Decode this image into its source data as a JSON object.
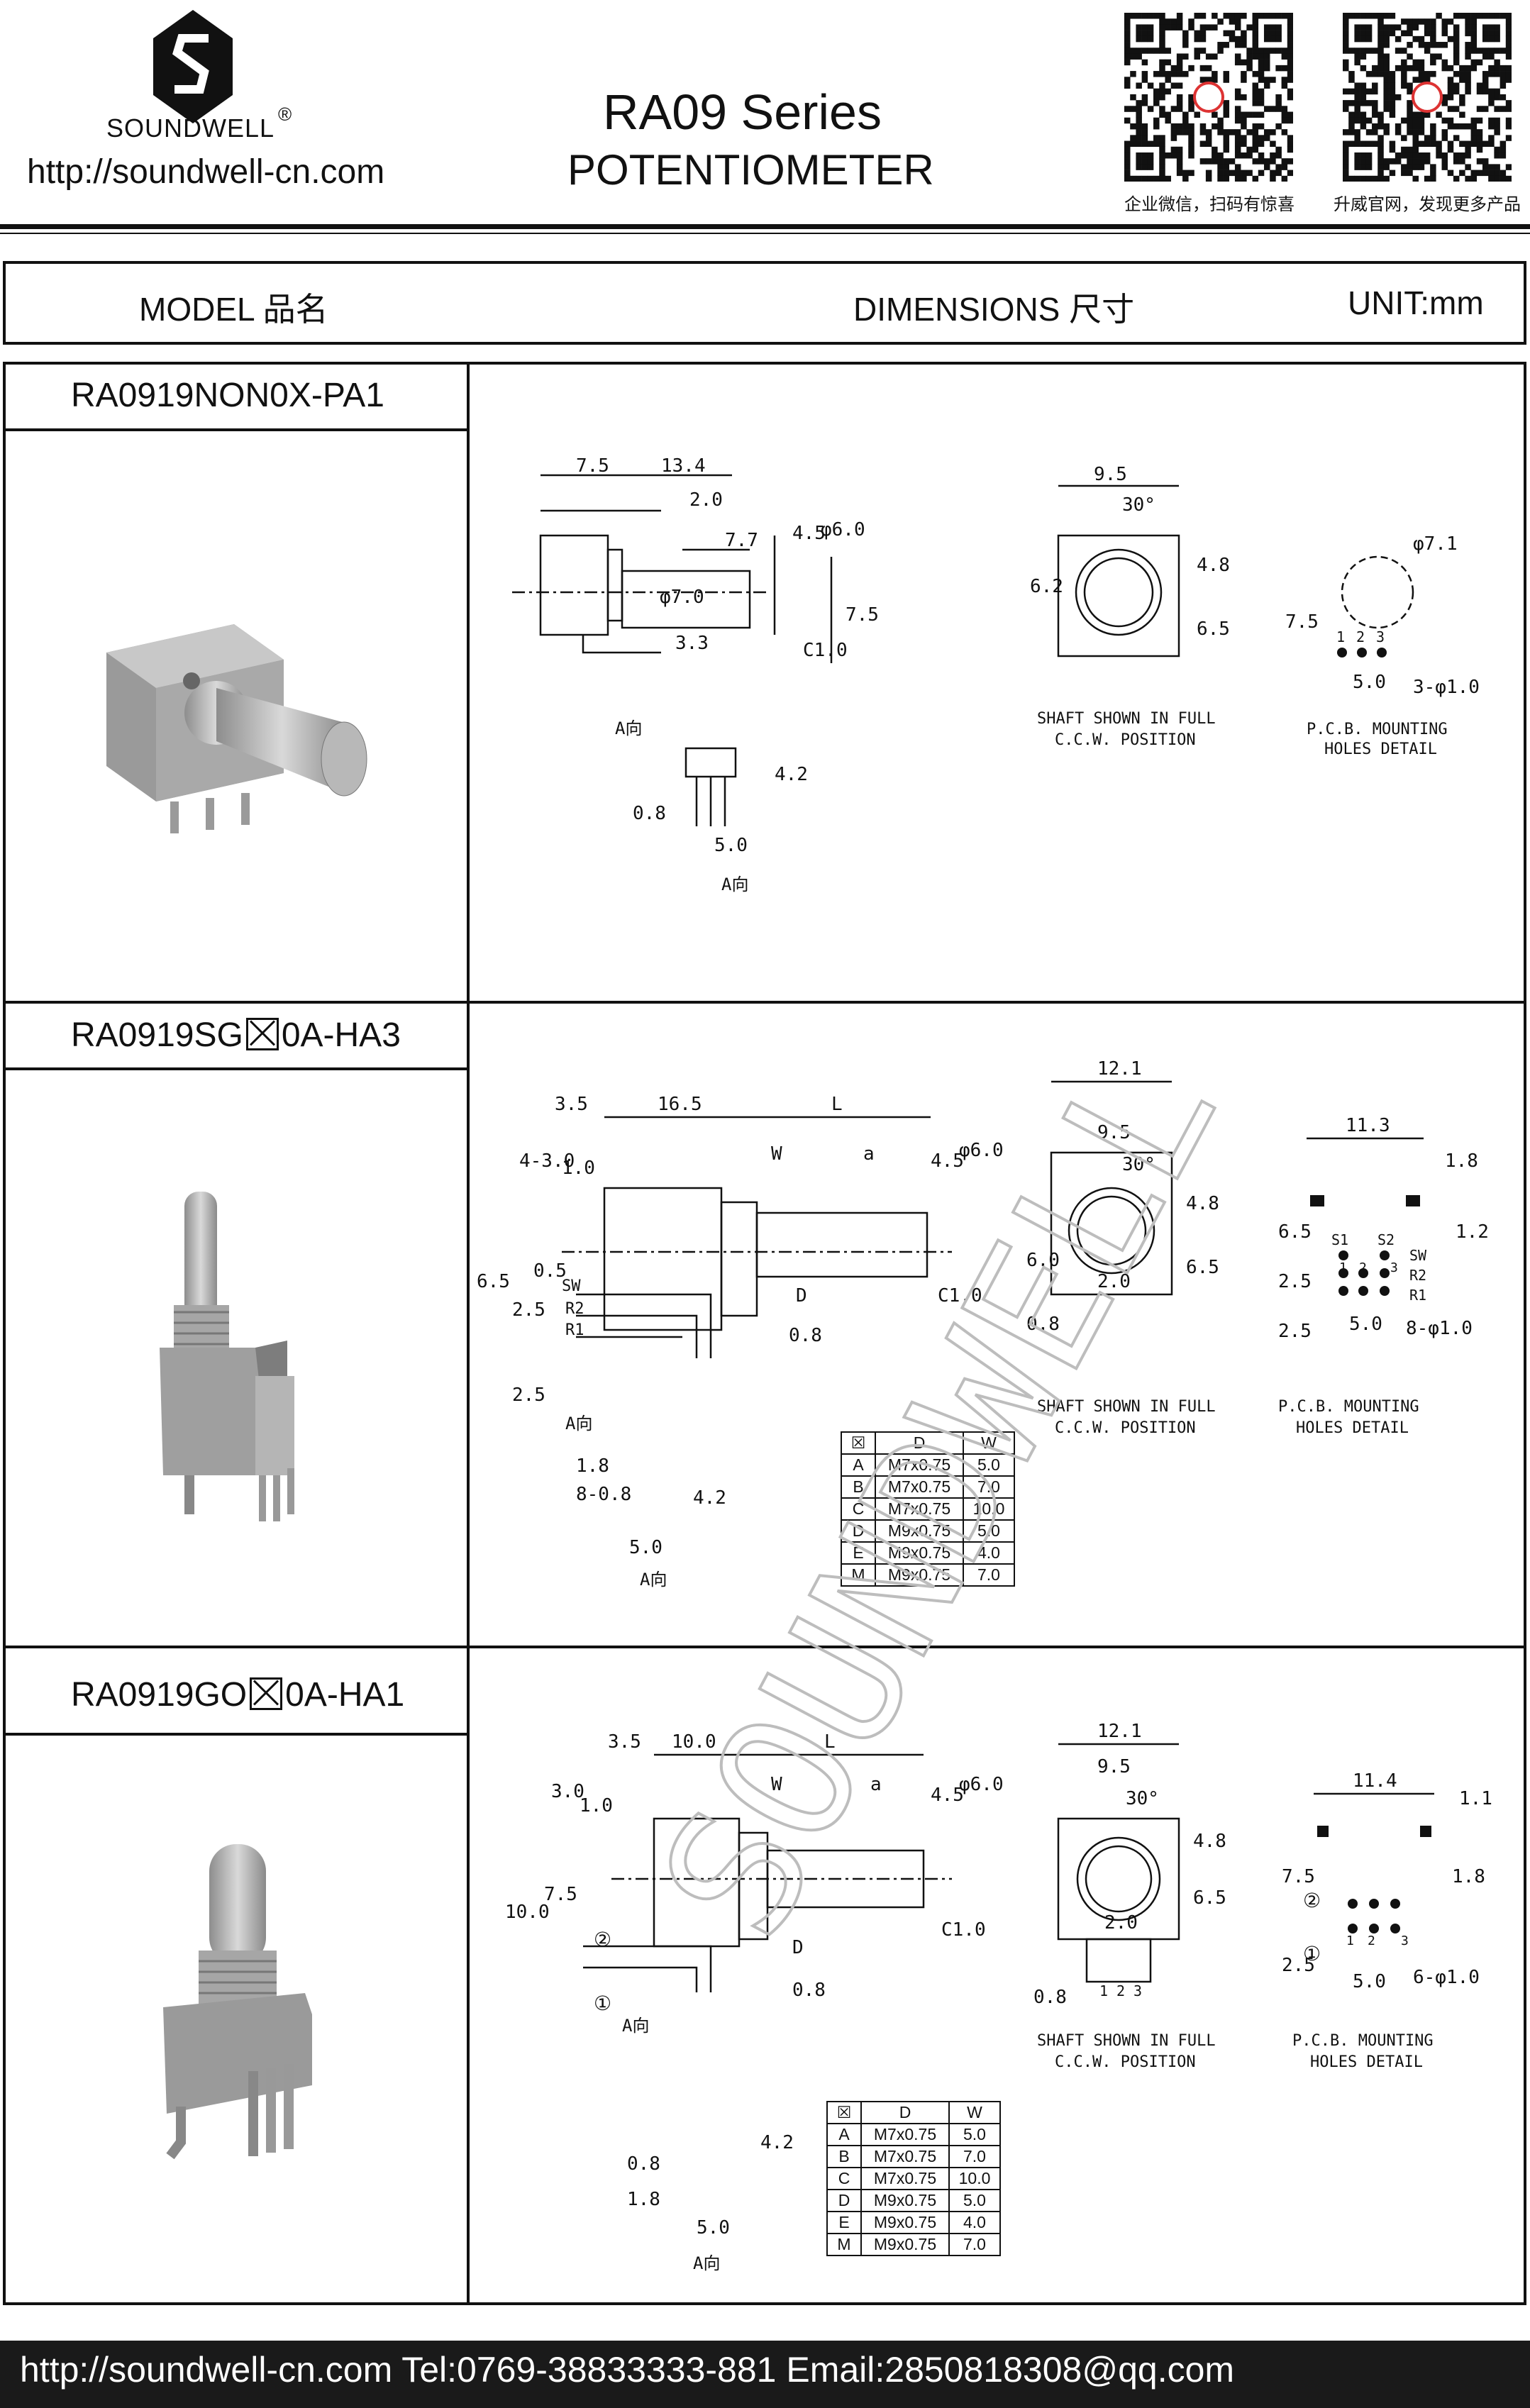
{
  "header": {
    "brand": "SOUNDWELL",
    "registered": "®",
    "url": "http://soundwell-cn.com",
    "series": "RA09 Series",
    "subtitle": "POTENTIOMETER",
    "qr_captions": [
      "企业微信，扫码有惊喜",
      "升威官网，发现更多产品"
    ]
  },
  "table_header": {
    "model": "MODEL 品名",
    "dimensions": "DIMENSIONS 尺寸",
    "unit": "UNIT:mm"
  },
  "models": [
    {
      "prefix": "RA0919NON0X-PA1",
      "marker": false,
      "suffix": ""
    },
    {
      "prefix": "RA0919SG",
      "marker": true,
      "suffix": "0A-HA3"
    },
    {
      "prefix": "RA0919GO",
      "marker": true,
      "suffix": "0A-HA1"
    }
  ],
  "drawing_notes": {
    "shaft": [
      "SHAFT SHOWN IN FULL",
      "C.C.W. POSITION"
    ],
    "pcb": [
      "P.C.B. MOUNTING",
      "HOLES DETAIL"
    ],
    "direction": "A向"
  },
  "dims": {
    "s1": {
      "side": [
        "7.5",
        "13.4",
        "2.0",
        "7.7",
        "4.5",
        "φ6.0",
        "φ7.0",
        "3.3",
        "C1.0",
        "7.5"
      ],
      "front": [
        "9.5",
        "30°",
        "4.8",
        "6.2",
        "6.5"
      ],
      "pcb": [
        "φ7.1",
        "7.5",
        "1",
        "2",
        "3",
        "5.0",
        "3-φ1.0"
      ],
      "pins": [
        "4.2",
        "0.8",
        "5.0"
      ]
    },
    "s2": {
      "side": [
        "3.5",
        "16.5",
        "L",
        "W",
        "a",
        "4.5",
        "φ6.0",
        "4-3.0",
        "1.0",
        "0.5",
        "6.5",
        "SW",
        "R2",
        "R1",
        "2.5",
        "2.5",
        "D",
        "C1.0",
        "0.8"
      ],
      "front": [
        "12.1",
        "9.5",
        "30°",
        "4.8",
        "6.0",
        "6.5",
        "2.0",
        "0.8"
      ],
      "pcb": [
        "11.3",
        "1.8",
        "6.5",
        "1.2",
        "2.5",
        "2.5",
        "S1",
        "S2",
        "SW",
        "R2",
        "R1",
        "1",
        "2",
        "3",
        "5.0",
        "8-φ1.0"
      ],
      "pins": [
        "1.8",
        "8-0.8",
        "4.2",
        "5.0"
      ]
    },
    "s3": {
      "side": [
        "3.5",
        "10.0",
        "L",
        "W",
        "a",
        "4.5",
        "φ6.0",
        "3.0",
        "1.0",
        "7.5",
        "10.0",
        "D",
        "C1.0",
        "0.8",
        "②",
        "①"
      ],
      "front": [
        "12.1",
        "9.5",
        "30°",
        "4.8",
        "2.0",
        "6.5",
        "0.8",
        "1",
        "2",
        "3"
      ],
      "pcb": [
        "11.4",
        "1.1",
        "1.8",
        "7.5",
        "2.5",
        "②",
        "①",
        "1",
        "2",
        "3",
        "5.0",
        "6-φ1.0"
      ],
      "pins": [
        "4.2",
        "0.8",
        "1.8",
        "5.0"
      ]
    }
  },
  "variant_table": {
    "headers": [
      "☒",
      "D",
      "W"
    ],
    "rows": [
      [
        "A",
        "M7x0.75",
        "5.0"
      ],
      [
        "B",
        "M7x0.75",
        "7.0"
      ],
      [
        "C",
        "M7x0.75",
        "10.0"
      ],
      [
        "D",
        "M9x0.75",
        "5.0"
      ],
      [
        "E",
        "M9x0.75",
        "4.0"
      ],
      [
        "M",
        "M9x0.75",
        "7.0"
      ]
    ]
  },
  "watermark": "SOUNDWELL",
  "footer": "http://soundwell-cn.com  Tel:0769-38833333-881  Email:2850818308@qq.com"
}
